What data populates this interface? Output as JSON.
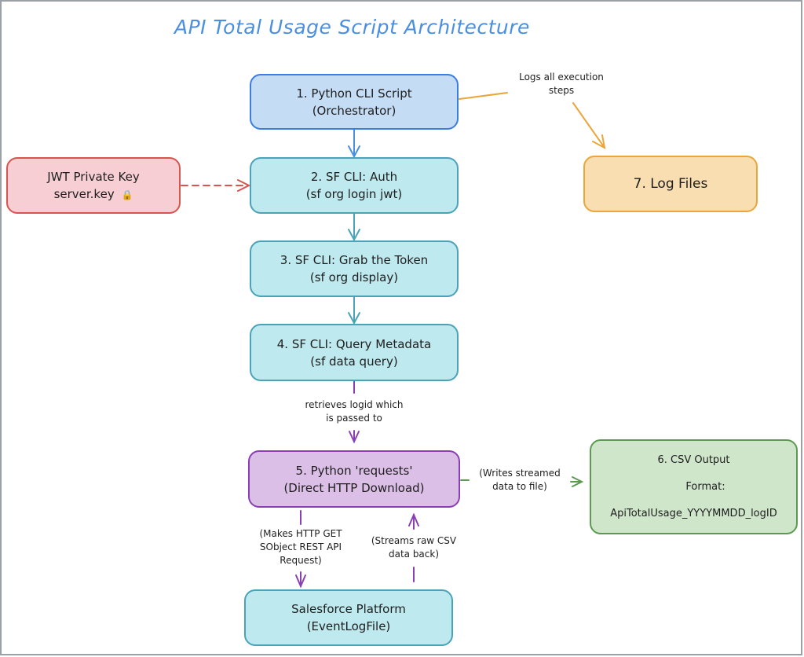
{
  "title": "API Total Usage Script Architecture",
  "nodes": {
    "n1": {
      "line1": "1. Python CLI Script",
      "line2": "(Orchestrator)",
      "fill": "#c5dcf5",
      "stroke": "#3b7de0"
    },
    "n2": {
      "line1": "2. SF CLI: Auth",
      "line2": "(sf org login jwt)",
      "fill": "#bde9ef",
      "stroke": "#4aa3b8"
    },
    "n3": {
      "line1": "3. SF CLI: Grab the Token",
      "line2": "(sf org display)",
      "fill": "#bde9ef",
      "stroke": "#4aa3b8"
    },
    "n4": {
      "line1": "4. SF CLI: Query Metadata",
      "line2": "(sf data query)",
      "fill": "#bde9ef",
      "stroke": "#4aa3b8"
    },
    "n5": {
      "line1": "5. Python 'requests'",
      "line2": "(Direct HTTP Download)",
      "fill": "#dbbfe6",
      "stroke": "#8b3fb5"
    },
    "n6": {
      "line1": "6. CSV Output",
      "line2": "Format:",
      "line3": "ApiTotalUsage_YYYYMMDD_logID",
      "fill": "#cfe6cb",
      "stroke": "#5c9a52"
    },
    "n7": {
      "line1": "7. Log Files",
      "fill": "#f8deb1",
      "stroke": "#eaa63a"
    },
    "jwt": {
      "line1": "JWT Private Key",
      "line2": "server.key",
      "icon": "🔒",
      "fill": "#f6ced3",
      "stroke": "#d9534f"
    },
    "sf": {
      "line1": "Salesforce Platform",
      "line2": "(EventLogFile)",
      "fill": "#bde9ef",
      "stroke": "#4aa3b8"
    }
  },
  "edge_labels": {
    "logs": [
      "Logs all execution",
      "steps"
    ],
    "retrieves": [
      "retrieves logid which",
      "is passed to"
    ],
    "writes": [
      "(Writes streamed",
      "data to file)"
    ],
    "makes": [
      "(Makes HTTP GET",
      "SObject REST API",
      "Request)"
    ],
    "streams": [
      "(Streams raw CSV",
      "data back)"
    ]
  },
  "colors": {
    "title": "#4a8fe0",
    "arrow_blue": "#4a8fe0",
    "arrow_teal": "#4aa3b8",
    "arrow_purple": "#8b3fb5",
    "arrow_orange": "#eaa63a",
    "arrow_red": "#d9534f",
    "arrow_green": "#5c9a52"
  }
}
